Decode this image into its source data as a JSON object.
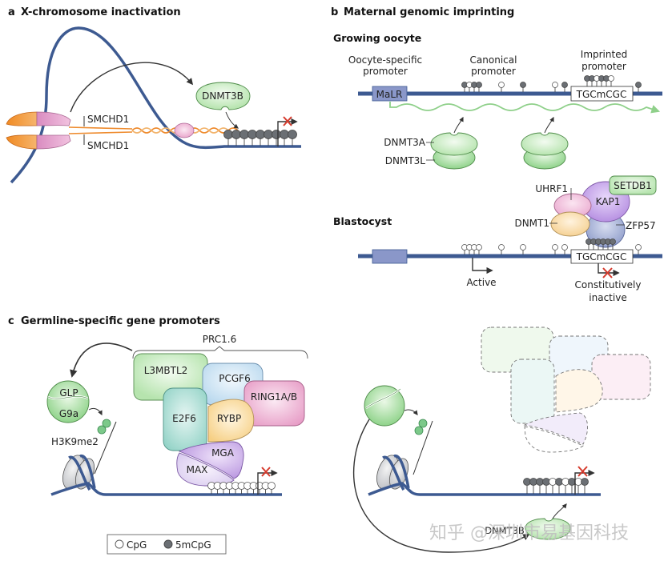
{
  "panels": {
    "a": {
      "letter": "a",
      "title": "X-chromosome inactivation",
      "labels": {
        "smchd1_top": "SMCHD1",
        "smchd1_bottom": "SMCHD1",
        "dnmt3b": "DNMT3B"
      },
      "methylated_cpg_count": 9
    },
    "b": {
      "letter": "b",
      "title": "Maternal genomic imprinting",
      "growing_oocyte": {
        "heading": "Growing oocyte",
        "oocyte_promoter_label_1": "Oocyte-specific",
        "oocyte_promoter_label_2": "promoter",
        "canonical_label_1": "Canonical",
        "canonical_label_2": "promoter",
        "imprinted_label_1": "Imprinted",
        "imprinted_label_2": "promoter",
        "malr": "MaLR",
        "motif": "TGCmCGC",
        "dnmt3a": "DNMT3A",
        "dnmt3l": "DNMT3L"
      },
      "blastocyst": {
        "heading": "Blastocyst",
        "motif": "TGCmCGC",
        "uhrf1": "UHRF1",
        "kap1": "KAP1",
        "setdb1": "SETDB1",
        "dnmt1": "DNMT1",
        "zfp57": "ZFP57",
        "active": "Active",
        "inactive_1": "Constitutively",
        "inactive_2": "inactive"
      }
    },
    "c": {
      "letter": "c",
      "title": "Germline-specific gene promoters",
      "prc_label": "PRC1.6",
      "proteins": {
        "l3mbtl2": "L3MBTL2",
        "pcgf6": "PCGF6",
        "ring": "RING1A/B",
        "e2f6": "E2F6",
        "rybp": "RYBP",
        "mga": "MGA",
        "max": "MAX",
        "glp": "GLP",
        "g9a": "G9a",
        "h3k9me2": "H3K9me2"
      },
      "right": {
        "dnmt3b": "DNMT3B"
      }
    }
  },
  "legend": {
    "cpg": "CpG",
    "mcpg": "5mCpG"
  },
  "colors": {
    "dna": "#3d5a91",
    "methyl": "#6b6f74",
    "green": "#a9dca0",
    "orange": "#ee8a2c",
    "pink": "#e7a3cf",
    "red_x": "#d63a2c"
  },
  "watermark": "知乎 @深圳市易基因科技"
}
